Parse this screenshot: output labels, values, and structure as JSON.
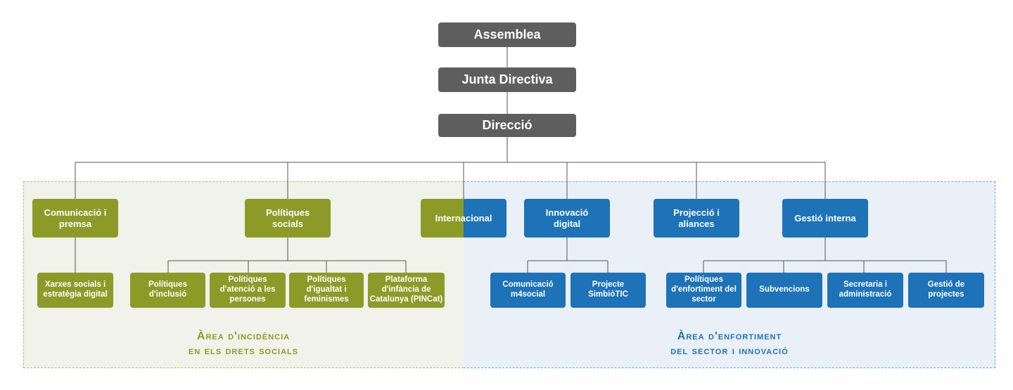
{
  "top": {
    "assemblea": "Assemblea",
    "junta": "Junta Directiva",
    "direccio": "Direcció"
  },
  "departments": {
    "comunicacio": "Comunicació i premsa",
    "politiques_socials": "Polítiques socials",
    "internacional": "Internacional",
    "innovacio": "Innovació digital",
    "projeccio": "Projecció i aliances",
    "gestio": "Gestió interna"
  },
  "sub": {
    "xarxes": "Xarxes socials i estratègia digital",
    "pol_inclusio": "Polítiques d'inclusió",
    "pol_atencio": "Polítiques d'atenció a les persones",
    "pol_igualtat": "Polítiques d'igualtat i feminismes",
    "pincat": "Plataforma d'infància de Catalunya (PINCat)",
    "m4social": "Comunicació m4social",
    "simbiotic": "Projecte SimbiòTIC",
    "pol_enfortiment": "Polítiques d'enfortiment del sector",
    "subvencions": "Subvencions",
    "secretaria": "Secretaria i administració",
    "gestio_projectes": "Gestió de projectes"
  },
  "areas": {
    "left": {
      "line1": "Àrea d'incidència",
      "line2": "en els drets socials"
    },
    "right": {
      "line1": "Àrea d'enfortiment",
      "line2": "del sector i innovació"
    }
  },
  "colors": {
    "gray": "#5e5e5e",
    "olive": "#8c9b28",
    "blue": "#1d72b8",
    "connector": "#555555"
  }
}
